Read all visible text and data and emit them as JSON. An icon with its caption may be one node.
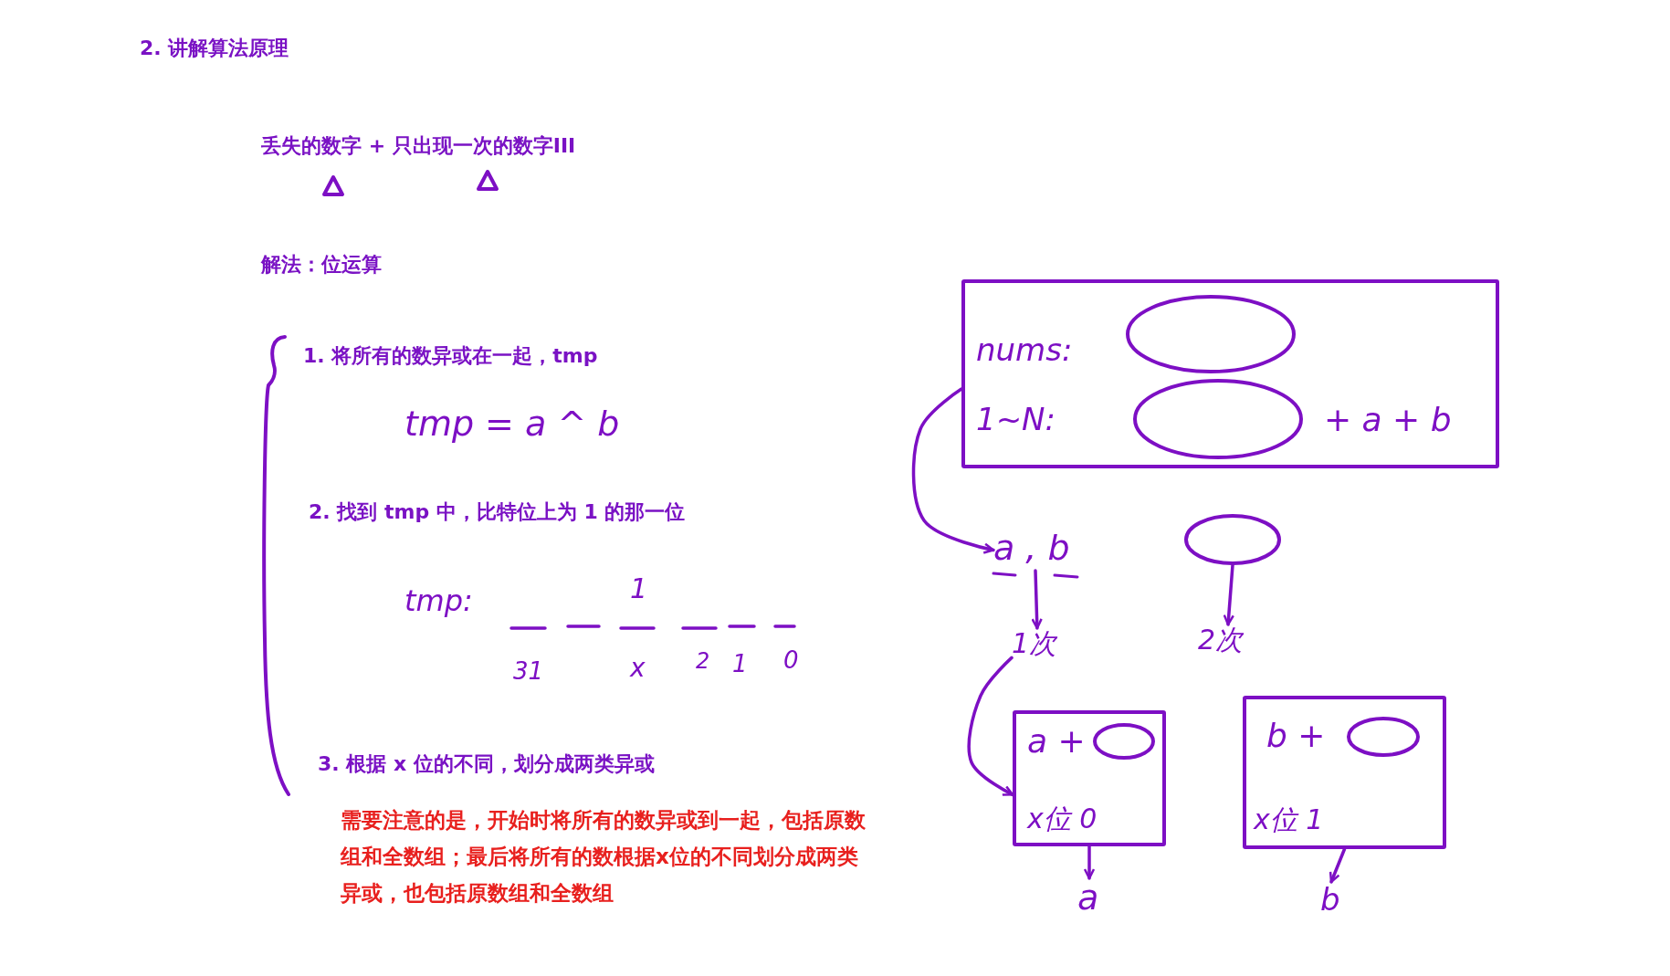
{
  "diagram": {
    "title": "2. 讲解算法原理",
    "nodes": [
      {
        "text": [
          "nums:",
          "1~N:",
          "+ a + b"
        ]
      },
      {
        "text": [
          "a , b"
        ]
      },
      {
        "text": [],
        "shape": "ellipse"
      },
      {
        "text": [
          "1次"
        ]
      },
      {
        "text": [
          "2次"
        ]
      },
      {
        "text": [
          "a +",
          "x位 0"
        ]
      },
      {
        "text": [
          "b +",
          "x位 1"
        ]
      },
      {
        "text": [
          "a"
        ]
      },
      {
        "text": [
          "b"
        ]
      }
    ],
    "edges": [
      {
        "from": 0,
        "to": 1,
        "arrow": "to"
      },
      {
        "from": 1,
        "to": 3,
        "arrow": "to"
      },
      {
        "from": 2,
        "to": 4,
        "arrow": "to"
      },
      {
        "from": 3,
        "to": 5,
        "arrow": "to"
      },
      {
        "from": 5,
        "to": 7,
        "arrow": "to"
      },
      {
        "from": 6,
        "to": 8,
        "arrow": "to"
      }
    ],
    "labels": [
      "丢失的数字 + 只出现一次的数字III",
      "解法：位运算",
      "1. 将所有的数异或在一起，tmp",
      "tmp = a ^ b",
      "2. 找到 tmp 中，比特位上为 1 的那一位",
      "tmp:",
      "1",
      "31",
      "x",
      "2",
      "1",
      "0",
      "3. 根据 x 位的不同，划分成两类异或",
      "需要注意的是，开始时将所有的数异或到一起，包括原数组和全数组；最后将所有的数根据x位的不同划分成两类异或，也包括原数组和全数组"
    ]
  }
}
